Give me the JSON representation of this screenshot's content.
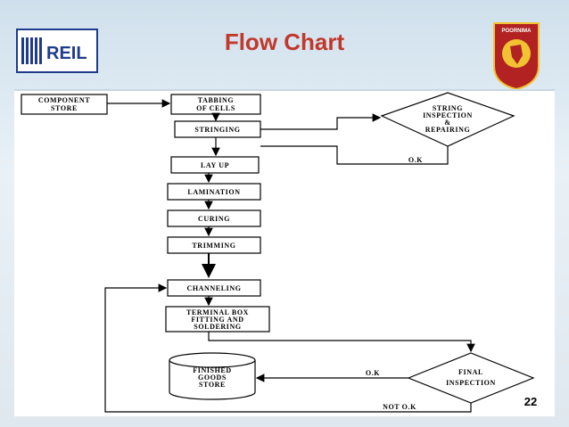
{
  "slide": {
    "title": "Flow Chart",
    "page_number": "22",
    "logo_left_text": "REIL",
    "logo_right_text": "POORNIMA",
    "title_color": "#c0392b"
  },
  "flow": {
    "component_store": [
      "COMPONENT",
      "STORE"
    ],
    "tabbing": [
      "TABBING",
      "OF CELLS"
    ],
    "stringing": [
      "STRINGING"
    ],
    "string_inspection": [
      "STRING",
      "INSPECTION",
      "&",
      "REPAIRING"
    ],
    "ok_1": "O.K",
    "lay_up": [
      "LAY UP"
    ],
    "lamination": [
      "LAMINATION"
    ],
    "curing": [
      "CURING"
    ],
    "trimming": [
      "TRIMMING"
    ],
    "channeling": [
      "CHANNELING"
    ],
    "terminal_box": [
      "TERMINAL BOX",
      "FITTING AND",
      "SOLDERING"
    ],
    "finished_goods": [
      "FINISHED",
      "GOODS",
      "STORE"
    ],
    "final_inspection": [
      "FINAL",
      "INSPECTION"
    ],
    "ok_2": "O.K",
    "not_ok": "NOT O.K"
  }
}
